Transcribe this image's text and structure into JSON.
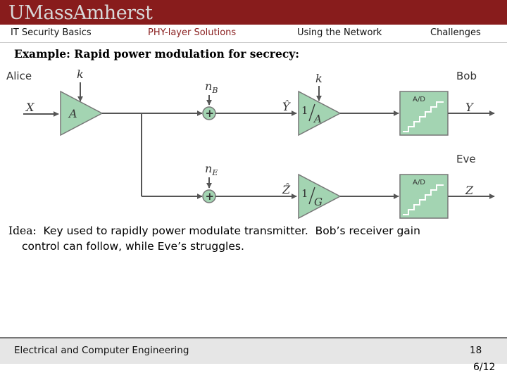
{
  "header": {
    "logo_text": "UMassAmherst",
    "colors": {
      "header_bg": "#881c1c",
      "diagram_fill": "#a3d4b2"
    }
  },
  "nav": {
    "items": [
      {
        "label": "IT Security Basics",
        "active": false
      },
      {
        "label": "PHY-layer Solutions",
        "active": true
      },
      {
        "label": "Using the Network",
        "active": false
      },
      {
        "label": "Challenges",
        "active": false
      }
    ]
  },
  "slide": {
    "title": "Example:  Rapid power modulation for secrecy:"
  },
  "diagram": {
    "alice": "Alice",
    "bob": "Bob",
    "eve": "Eve",
    "input": "X",
    "key_tx": "k",
    "tx_gain": "A",
    "noise_bob": "n",
    "noise_bob_sub": "B",
    "noise_eve": "n",
    "noise_eve_sub": "E",
    "plus": "+",
    "y_hat": "Ŷ",
    "z_hat": "Ẑ",
    "key_rx": "k",
    "bob_gain_num": "1",
    "bob_gain_den": "A",
    "eve_gain_num": "1",
    "eve_gain_den": "G",
    "adc_bob": "A/D",
    "adc_eve": "A/D",
    "out_bob": "Y",
    "out_eve": "Z"
  },
  "idea": {
    "label": "Idea:",
    "line1": "  Key used to rapidly power modulate transmitter.  Bob’s receiver gain",
    "line2": "control can follow, while Eve’s struggles."
  },
  "footer": {
    "department": "Electrical and Computer Engineering",
    "page": "18"
  },
  "slide_counter": "6/12"
}
